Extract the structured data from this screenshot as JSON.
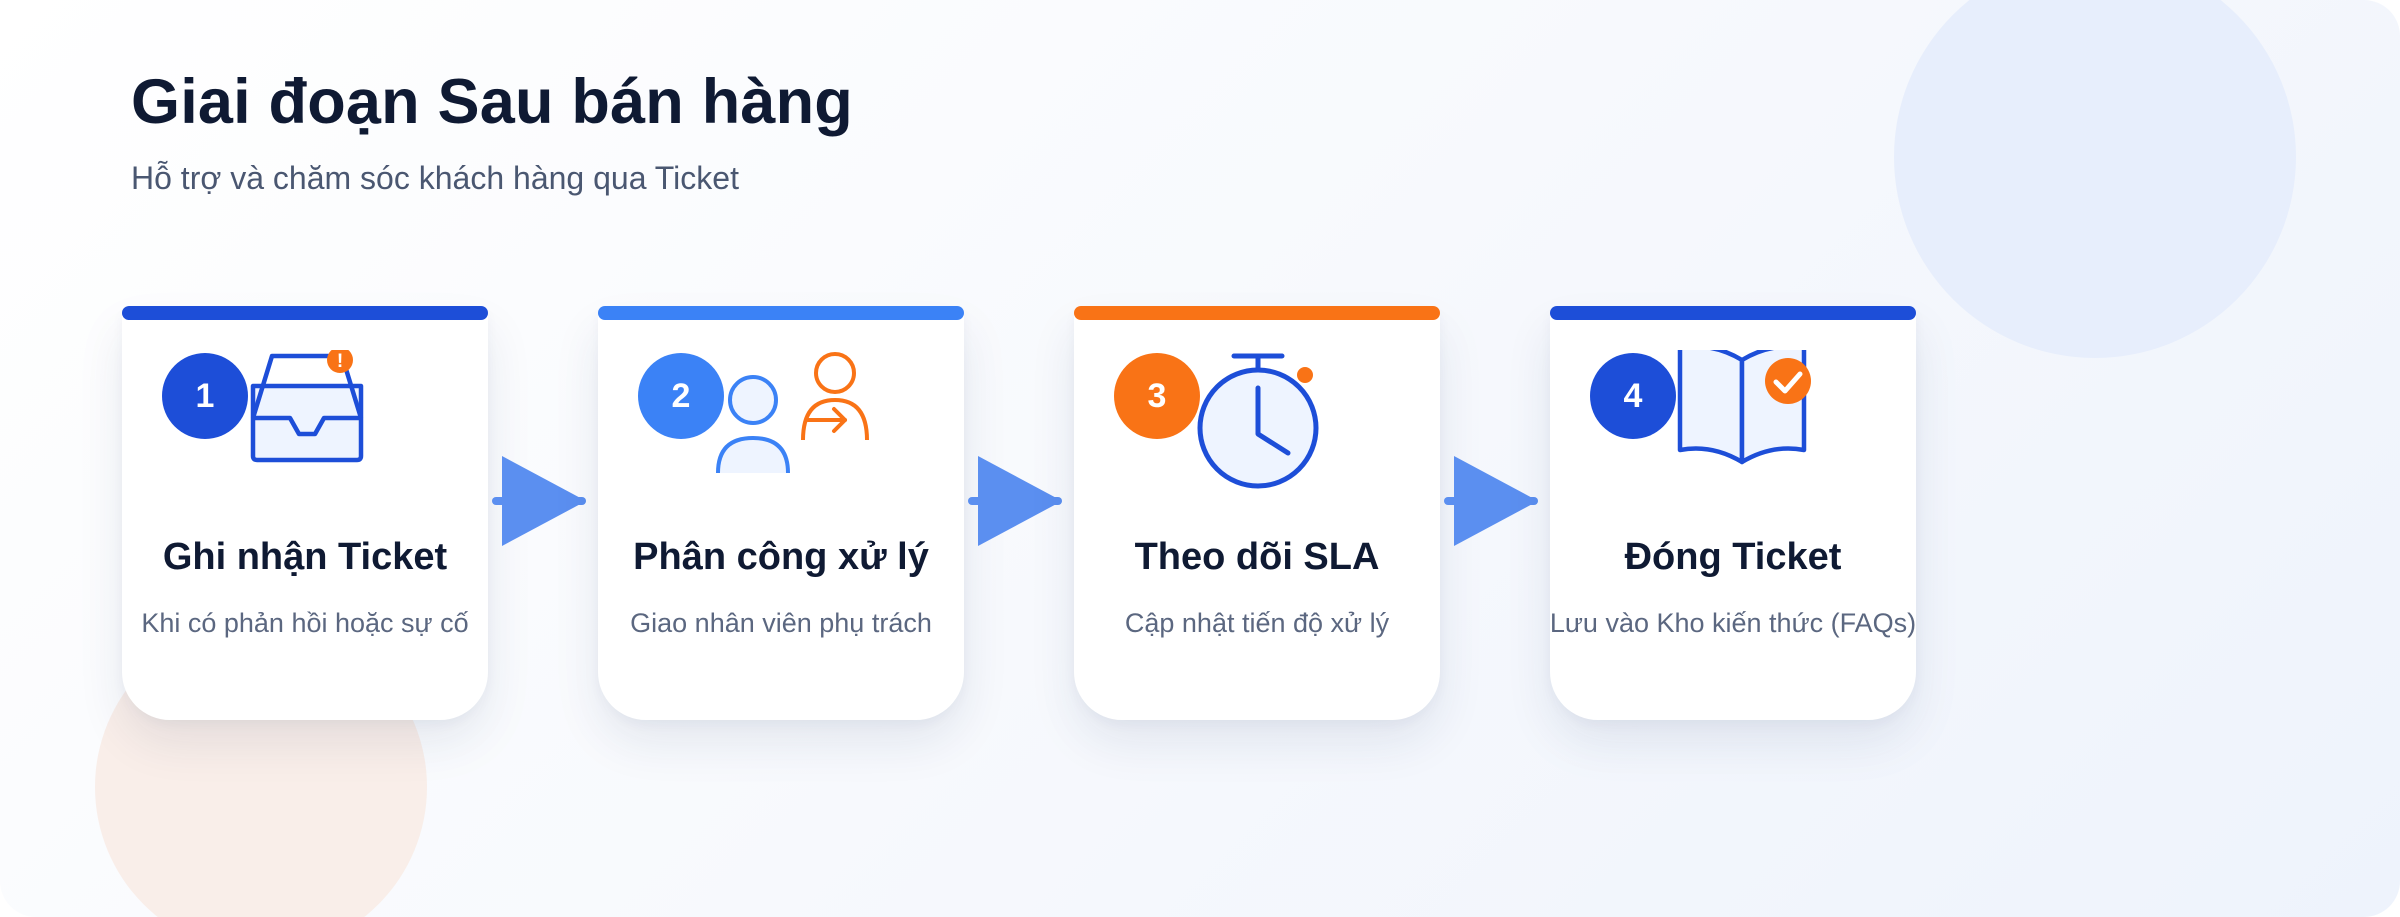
{
  "header": {
    "title": "Giai đoạn Sau bán hàng",
    "subtitle": "Hỗ trợ và chăm sóc khách hàng qua Ticket"
  },
  "colors": {
    "dark_blue": "#1d4ed8",
    "light_blue": "#3b82f6",
    "orange": "#f97316",
    "arrow": "#5b8ff0"
  },
  "steps": [
    {
      "number": "1",
      "title": "Ghi nhận Ticket",
      "description": "Khi có phản hồi hoặc sự cố",
      "icon": "inbox-alert-icon",
      "accent": "#1d4ed8"
    },
    {
      "number": "2",
      "title": "Phân công xử lý",
      "description": "Giao nhân viên phụ trách",
      "icon": "user-assign-icon",
      "accent": "#3b82f6"
    },
    {
      "number": "3",
      "title": "Theo dõi SLA",
      "description": "Cập nhật tiến độ xử lý",
      "icon": "stopwatch-icon",
      "accent": "#f97316"
    },
    {
      "number": "4",
      "title": "Đóng Ticket",
      "description": "Lưu vào Kho kiến thức (FAQs)",
      "icon": "book-check-icon",
      "accent": "#1d4ed8"
    }
  ]
}
